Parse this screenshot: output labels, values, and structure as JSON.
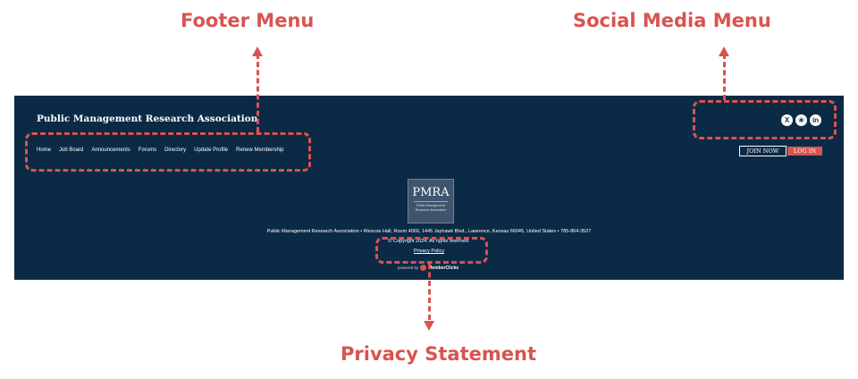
{
  "annotations": {
    "footer_menu": "Footer Menu",
    "social_media_menu": "Social Media Menu",
    "privacy_statement": "Privacy Statement",
    "accent_color": "#d9534f"
  },
  "footer": {
    "background_color": "#0b2a46",
    "org_name": "Public Management Research Association",
    "nav": [
      "Home",
      "Job Board",
      "Announcements",
      "Forums",
      "Directory",
      "Update Profile",
      "Renew Membership"
    ],
    "social": [
      {
        "icon": "x-icon",
        "glyph": "X"
      },
      {
        "icon": "bluesky-icon",
        "glyph": "❀"
      },
      {
        "icon": "linkedin-icon",
        "glyph": "in"
      }
    ],
    "join_label": "JOIN NOW",
    "login_label": "LOG IN",
    "logo": {
      "main": "PMRA",
      "sub": "Public Management Research Association"
    },
    "address": "Public Management Research Association • Wescoe Hall, Room 4060, 1445 Jayhawk Blvd., Lawrence, Kansas 66045, United States • 785-864-3527",
    "copyright": "© Copyright 2024. All rights reserved.",
    "privacy_policy": "Privacy Policy",
    "powered_by": "powered by",
    "powered_brand": "MemberClicks"
  }
}
